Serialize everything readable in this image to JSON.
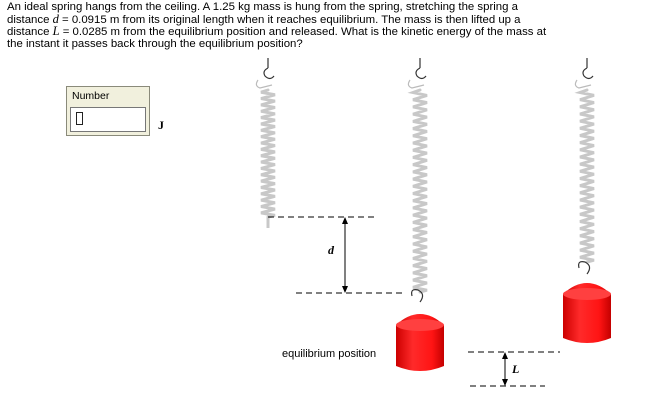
{
  "question": {
    "line1": "An ideal spring hangs from the ceiling. A 1.25 kg mass is hung from the spring, stretching the spring a",
    "line2_pre": "distance ",
    "line2_var": "d",
    "line2_post": " = 0.0915 m from its original length when it reaches equilibrium. The mass is then lifted up a",
    "line3_pre": "distance ",
    "line3_var": "L",
    "line3_post": " = 0.0285 m from the equilibrium position and released. What is the kinetic energy of the mass at",
    "line4": "the instant it passes back through the equilibrium position?"
  },
  "answer": {
    "label": "Number",
    "value": "",
    "unit": "J"
  },
  "figure": {
    "label_d": "d",
    "label_L": "L",
    "equilibrium_label": "equilibrium position",
    "mass_color": "#ff1a1a",
    "spring_color": "#c8c8c8"
  }
}
